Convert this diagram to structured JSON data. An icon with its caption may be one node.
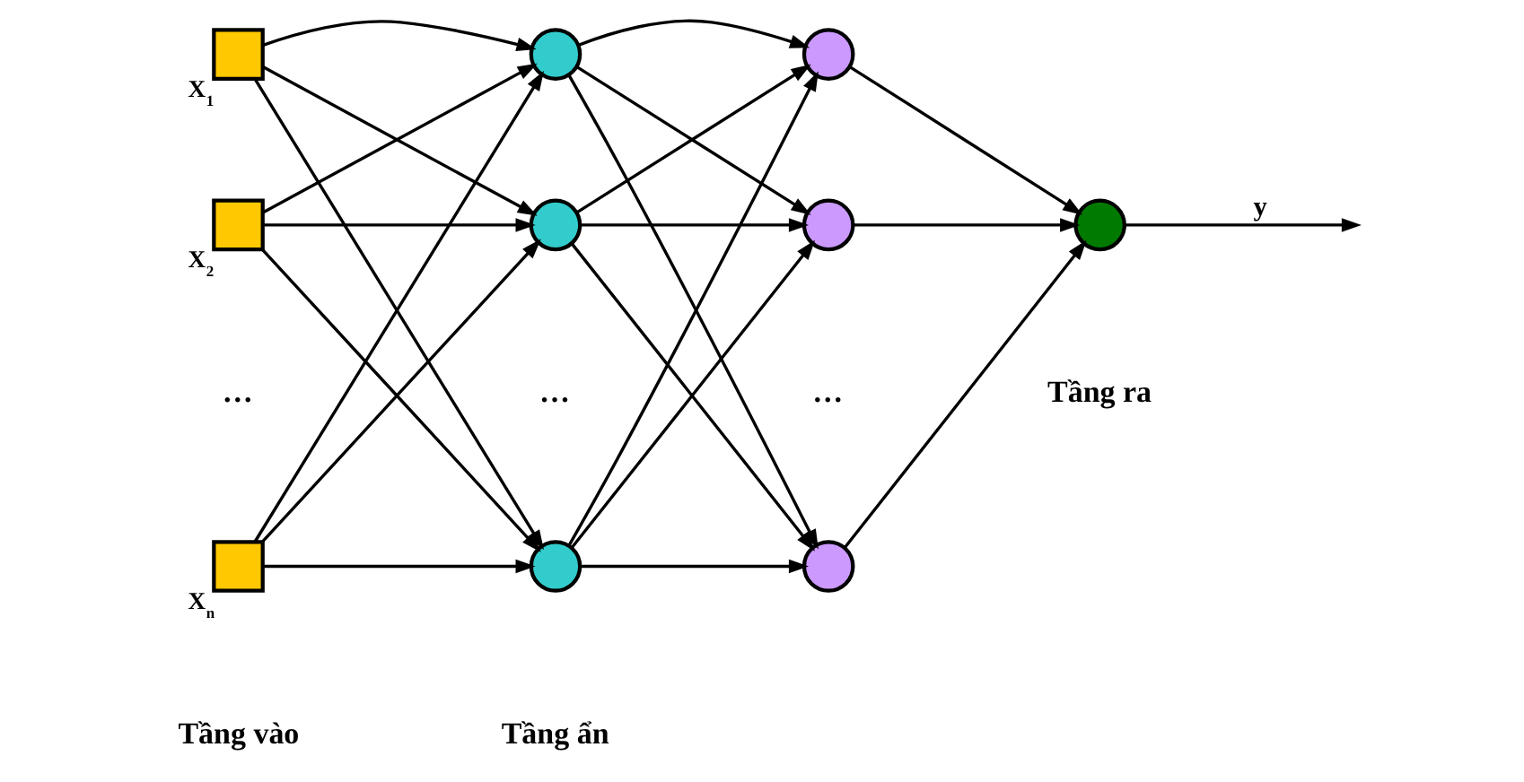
{
  "diagram": {
    "nodes": [
      {
        "text": [],
        "shape": "box",
        "beside": [
          "X$_{1}$"
        ]
      },
      {
        "text": [],
        "shape": "box",
        "beside": [
          "X$_{2}$"
        ]
      },
      {
        "text": [],
        "shape": "box",
        "beside": [
          "X$_{n}$"
        ]
      },
      {
        "text": [],
        "shape": "circle"
      },
      {
        "text": [],
        "shape": "circle"
      },
      {
        "text": [],
        "shape": "circle"
      },
      {
        "text": [],
        "shape": "circle"
      },
      {
        "text": [],
        "shape": "circle"
      },
      {
        "text": [],
        "shape": "circle"
      },
      {
        "text": [],
        "shape": "circle"
      }
    ],
    "edges": [
      {
        "from": 0,
        "to": 3,
        "arrow": "to"
      },
      {
        "from": 0,
        "to": 4,
        "arrow": "to"
      },
      {
        "from": 0,
        "to": 5,
        "arrow": "to"
      },
      {
        "from": 1,
        "to": 3,
        "arrow": "to"
      },
      {
        "from": 1,
        "to": 4,
        "arrow": "to"
      },
      {
        "from": 1,
        "to": 5,
        "arrow": "to"
      },
      {
        "from": 2,
        "to": 3,
        "arrow": "to"
      },
      {
        "from": 2,
        "to": 4,
        "arrow": "to"
      },
      {
        "from": 2,
        "to": 5,
        "arrow": "to"
      },
      {
        "from": 3,
        "to": 6,
        "arrow": "to"
      },
      {
        "from": 3,
        "to": 7,
        "arrow": "to"
      },
      {
        "from": 3,
        "to": 8,
        "arrow": "to"
      },
      {
        "from": 4,
        "to": 6,
        "arrow": "to"
      },
      {
        "from": 4,
        "to": 7,
        "arrow": "to"
      },
      {
        "from": 4,
        "to": 8,
        "arrow": "to"
      },
      {
        "from": 5,
        "to": 6,
        "arrow": "to"
      },
      {
        "from": 5,
        "to": 7,
        "arrow": "to"
      },
      {
        "from": 5,
        "to": 8,
        "arrow": "to"
      },
      {
        "from": 6,
        "to": 9,
        "arrow": "to"
      },
      {
        "from": 7,
        "to": 9,
        "arrow": "to"
      },
      {
        "from": 8,
        "to": 9,
        "arrow": "to"
      },
      {
        "from": 9,
        "to": null,
        "arrow": "to",
        "label": "y"
      }
    ],
    "labels": [
      "…",
      "…",
      "…",
      "Tầng vào",
      "Tầng ẩn",
      "Tầng ra"
    ]
  }
}
